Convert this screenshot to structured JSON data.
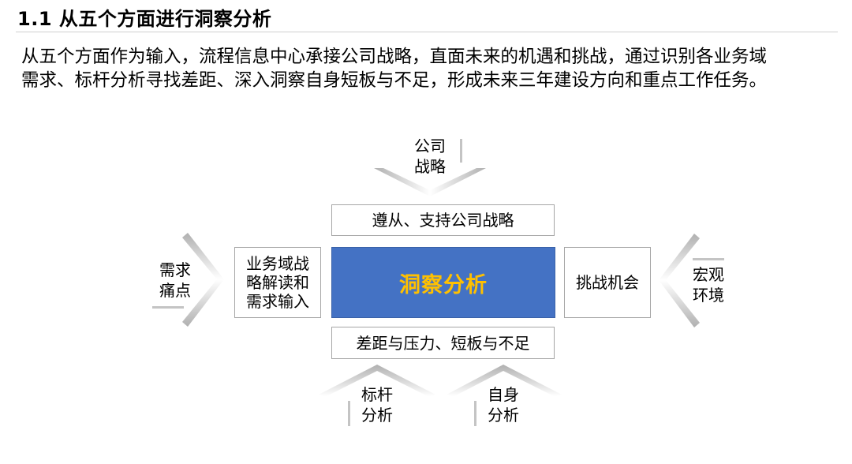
{
  "section": {
    "title": "1.1 从五个方面进行洞察分析"
  },
  "intro": {
    "line1": "从五个方面作为输入，流程信息中心承接公司战略，直面未来的机遇和挑战，通过识别各业务域",
    "line2": "需求、标杆分析寻找差距、深入洞察自身短板与不足，形成未来三年建设方向和重点工作任务。"
  },
  "diagram": {
    "core": "洞察分析",
    "top_box": "遵从、支持公司战略",
    "bottom_box": "差距与压力、短板与不足",
    "left_box": [
      "业务域战",
      "略解读和",
      "需求输入"
    ],
    "right_box": "挑战机会",
    "inputs": {
      "top": [
        "公司",
        "战略"
      ],
      "left": [
        "需求",
        "痛点"
      ],
      "right": [
        "宏观",
        "环境"
      ],
      "bottom_left": [
        "标杆",
        "分析"
      ],
      "bottom_right": [
        "自身",
        "分析"
      ]
    },
    "colors": {
      "core_fill": "#4472c4",
      "core_text": "#ffc000",
      "box_border": "#a6a6a6",
      "arrow_gradient": "#b0b0b0"
    }
  }
}
